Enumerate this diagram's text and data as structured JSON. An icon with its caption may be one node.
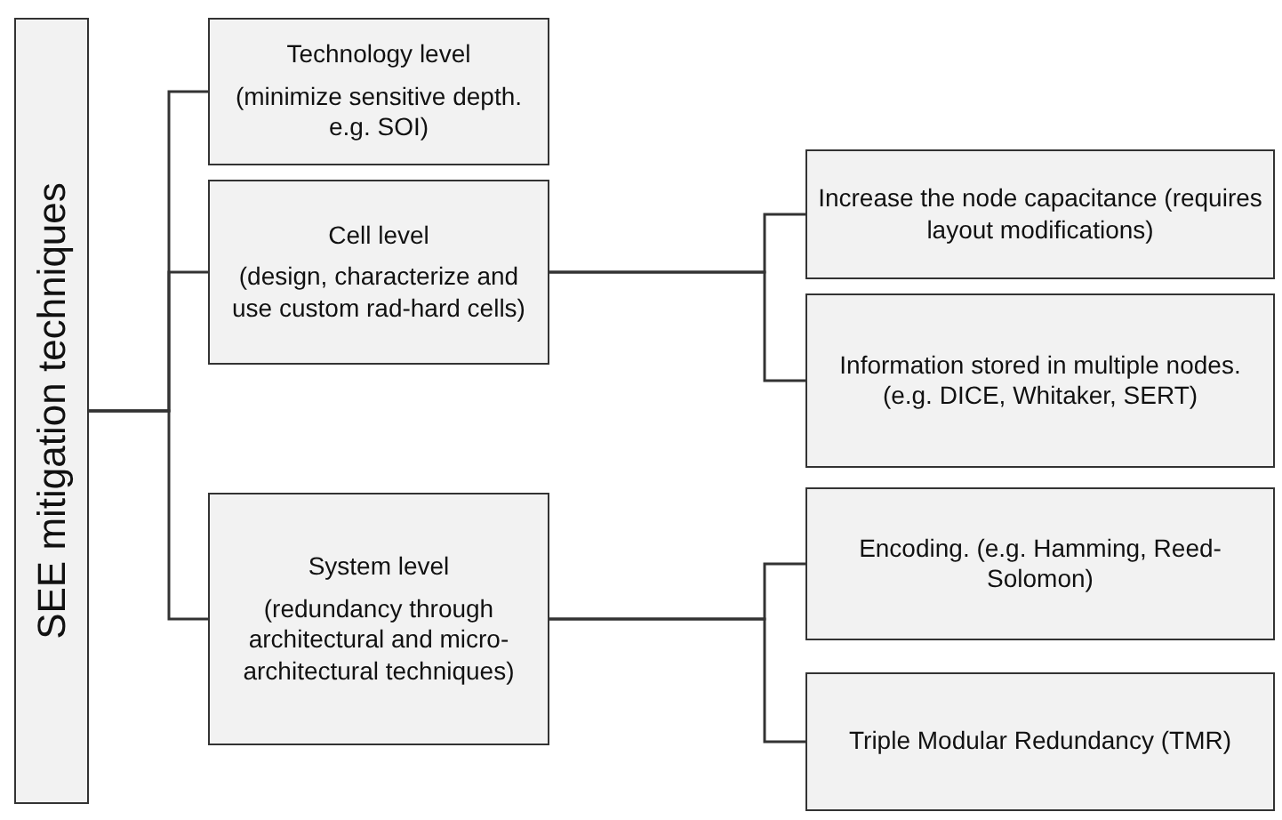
{
  "diagram": {
    "nodes": [
      {
        "text": [
          "SEE mitigation techniques"
        ]
      },
      {
        "text": [
          "Technology level",
          "(minimize sensitive depth. e.g. SOI)"
        ]
      },
      {
        "text": [
          "Cell level",
          "(design, characterize and use custom rad-hard cells)"
        ]
      },
      {
        "text": [
          "System level",
          "(redundancy through architectural and micro-architectural techniques)"
        ]
      },
      {
        "text": [
          "Increase the node capacitance (requires layout modifications)"
        ]
      },
      {
        "text": [
          "Information stored in multiple nodes. (e.g. DICE, Whitaker, SERT)"
        ]
      },
      {
        "text": [
          "Encoding. (e.g. Hamming, Reed-Solomon)"
        ]
      },
      {
        "text": [
          "Triple Modular Redundancy (TMR)"
        ]
      }
    ],
    "edges": [
      {
        "from": 0,
        "to": 1,
        "arrow": "none"
      },
      {
        "from": 0,
        "to": 2,
        "arrow": "none"
      },
      {
        "from": 0,
        "to": 3,
        "arrow": "none"
      },
      {
        "from": 2,
        "to": 4,
        "arrow": "none"
      },
      {
        "from": 2,
        "to": 5,
        "arrow": "none"
      },
      {
        "from": 3,
        "to": 6,
        "arrow": "none"
      },
      {
        "from": 3,
        "to": 7,
        "arrow": "none"
      }
    ]
  }
}
